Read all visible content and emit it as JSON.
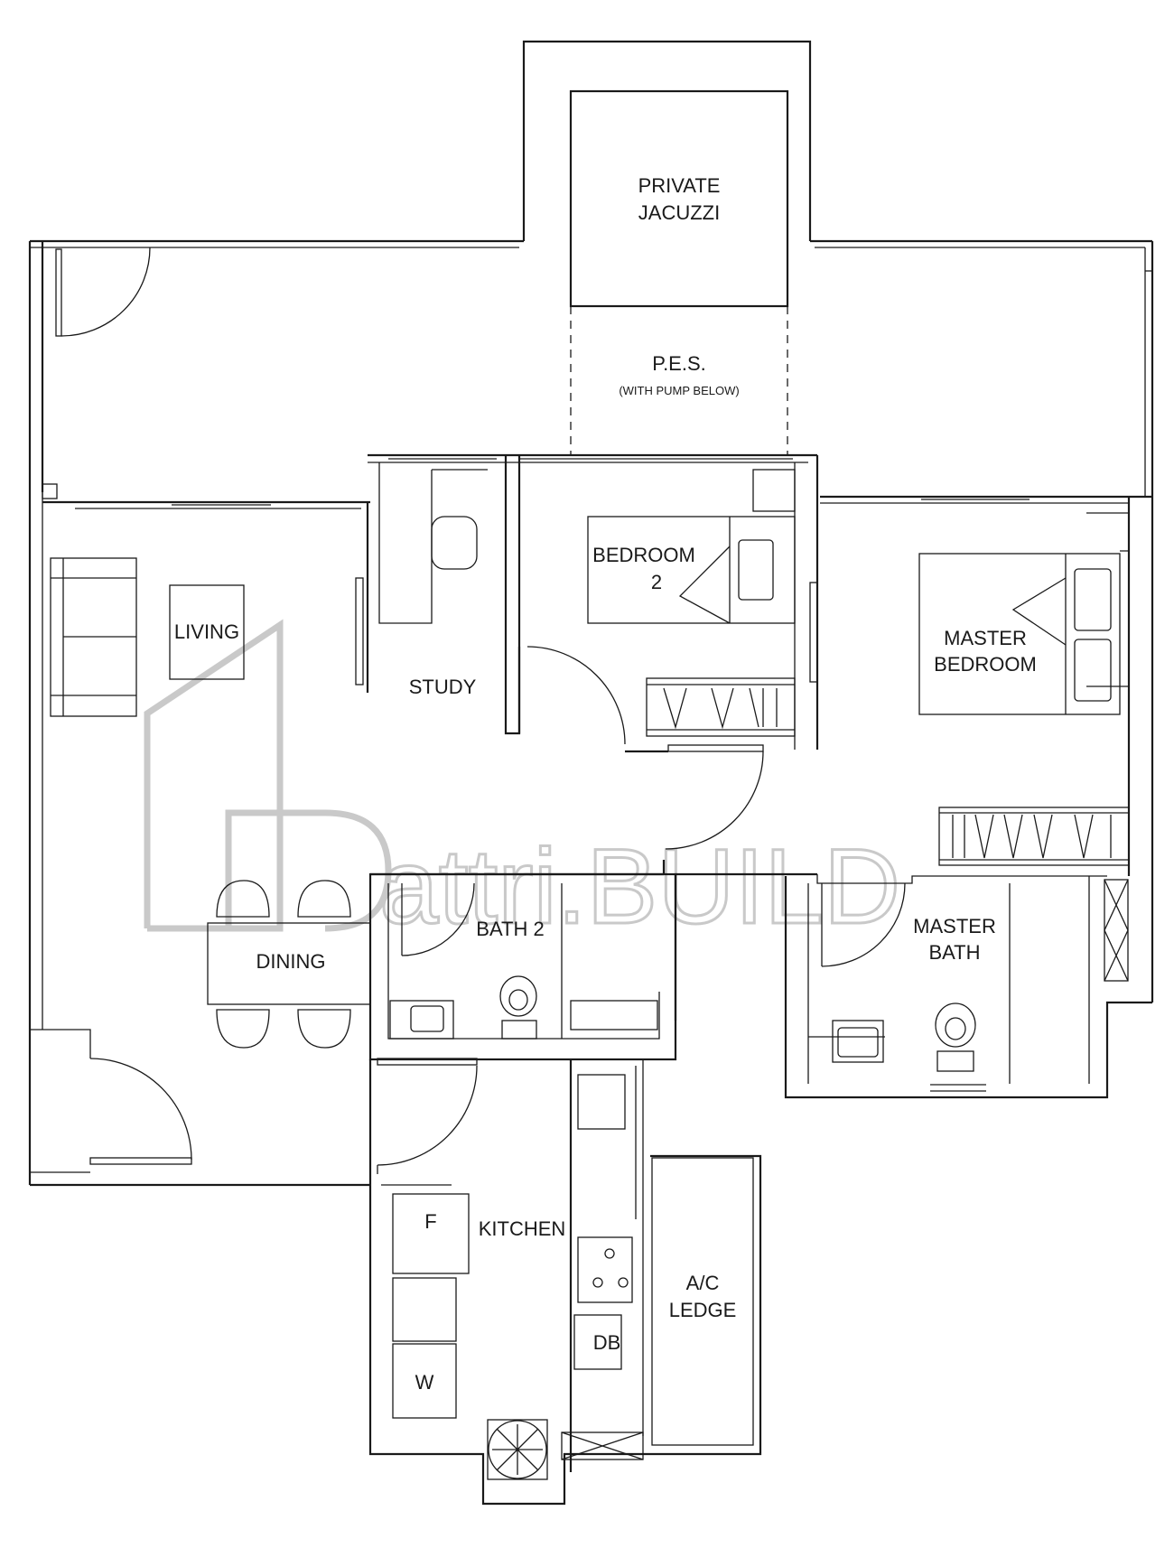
{
  "rooms": {
    "jacuzzi": [
      "PRIVATE",
      "JACUZZI"
    ],
    "pes": "P.E.S.",
    "pes_note": "(WITH PUMP BELOW)",
    "bedroom2": [
      "BEDROOM",
      "2"
    ],
    "master_bedroom": [
      "MASTER",
      "BEDROOM"
    ],
    "living": "LIVING",
    "study": "STUDY",
    "dining": "DINING",
    "bath2": "BATH 2",
    "master_bath": [
      "MASTER",
      "BATH"
    ],
    "kitchen": "KITCHEN",
    "fridge": "F",
    "washer": "W",
    "db": "DB",
    "ac_ledge": [
      "A/C",
      "LEDGE"
    ]
  },
  "watermark": "attri.BUILD",
  "colors": {
    "line": "#1a1a1a",
    "watermark": "#c9c9c9",
    "background": "#ffffff"
  }
}
